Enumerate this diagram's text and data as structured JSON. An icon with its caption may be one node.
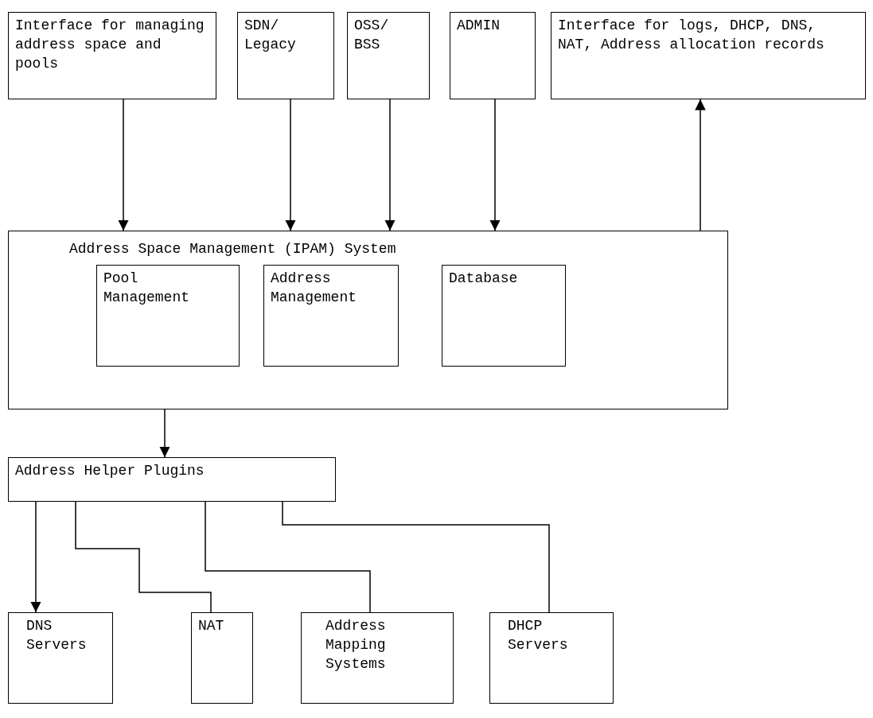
{
  "diagram": {
    "nodes": [
      {
        "text": [
          "Interface for managing address space and pools"
        ]
      },
      {
        "text": [
          "SDN/ Legacy"
        ]
      },
      {
        "text": [
          "OSS/ BSS"
        ]
      },
      {
        "text": [
          "ADMIN"
        ]
      },
      {
        "text": [
          "Interface for logs, DHCP, DNS, NAT, Address allocation records"
        ]
      },
      {
        "text": [
          "Address Space Management (IPAM) System"
        ]
      },
      {
        "text": [
          "Pool Management"
        ],
        "in": 5
      },
      {
        "text": [
          "Address Management"
        ],
        "in": 5
      },
      {
        "text": [
          "Database"
        ],
        "in": 5
      },
      {
        "text": [
          "Address Helper Plugins"
        ]
      },
      {
        "text": [
          "DNS Servers"
        ]
      },
      {
        "text": [
          "NAT"
        ]
      },
      {
        "text": [
          "Address Mapping Systems"
        ]
      },
      {
        "text": [
          "DHCP Servers"
        ]
      }
    ],
    "edges": [
      {
        "from": 0,
        "to": 5,
        "arrow": "to"
      },
      {
        "from": 1,
        "to": 5,
        "arrow": "to"
      },
      {
        "from": 2,
        "to": 5,
        "arrow": "to"
      },
      {
        "from": 3,
        "to": 5,
        "arrow": "to"
      },
      {
        "from": 5,
        "to": 4,
        "arrow": "to"
      },
      {
        "from": 5,
        "to": 9,
        "arrow": "to"
      },
      {
        "from": 9,
        "to": 10,
        "arrow": "to"
      },
      {
        "from": 9,
        "to": 11,
        "arrow": "none"
      },
      {
        "from": 9,
        "to": 12,
        "arrow": "none"
      },
      {
        "from": 9,
        "to": 13,
        "arrow": "none"
      }
    ]
  }
}
